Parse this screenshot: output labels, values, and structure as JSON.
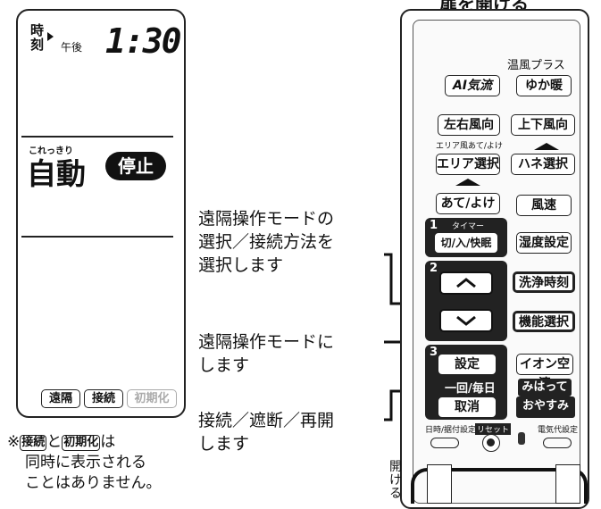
{
  "lcd": {
    "time_label": "時刻",
    "ampm": "午後",
    "clock": "1:30",
    "koreki": "これっきり",
    "mode": "自動",
    "status": "停止",
    "badges": [
      "遠隔",
      "接続",
      "初期化"
    ]
  },
  "note": {
    "mark": "※",
    "b1": "接続",
    "t1": "と",
    "b2": "初期化",
    "t2": "は",
    "line2": "同時に表示される",
    "line3": "ことはありません。"
  },
  "callouts": {
    "c1_l1": "遠隔操作モードの",
    "c1_l2": "選択／接続方法を",
    "c1_l3": "選択します",
    "c2_l1": "遠隔操作モードに",
    "c2_l2": "します",
    "c3_l1": "接続／遮断／再開",
    "c3_l2": "します"
  },
  "remote": {
    "top_label": "扉を開ける",
    "warm_plus": "温風プラス",
    "ai_airflow": "AI気流",
    "yuka_dan": "ゆか暖",
    "lr_dir": "左右風向",
    "ud_dir": "上下風向",
    "area_hint": "エリア風あて/よけ",
    "area_select": "エリア選択",
    "hane_select": "ハネ選択",
    "ate_yoke": "あて/よけ",
    "fan_speed": "風速",
    "timer": "タイマー",
    "timer_btn": "切/入/快眠",
    "humidity": "湿度設定",
    "wash_time": "洗浄時刻",
    "func_select": "機能選択",
    "set": "設定",
    "ion": "イオン空清",
    "once_daily": "一回/毎日",
    "mihatte": "みはって",
    "cancel": "取消",
    "oyasumi": "おやすみ",
    "clock_set": "日時/据付設定",
    "reset": "リセット",
    "elec": "電気代設定",
    "open": "開ける",
    "n1": "1",
    "n2": "2",
    "n3": "3"
  }
}
